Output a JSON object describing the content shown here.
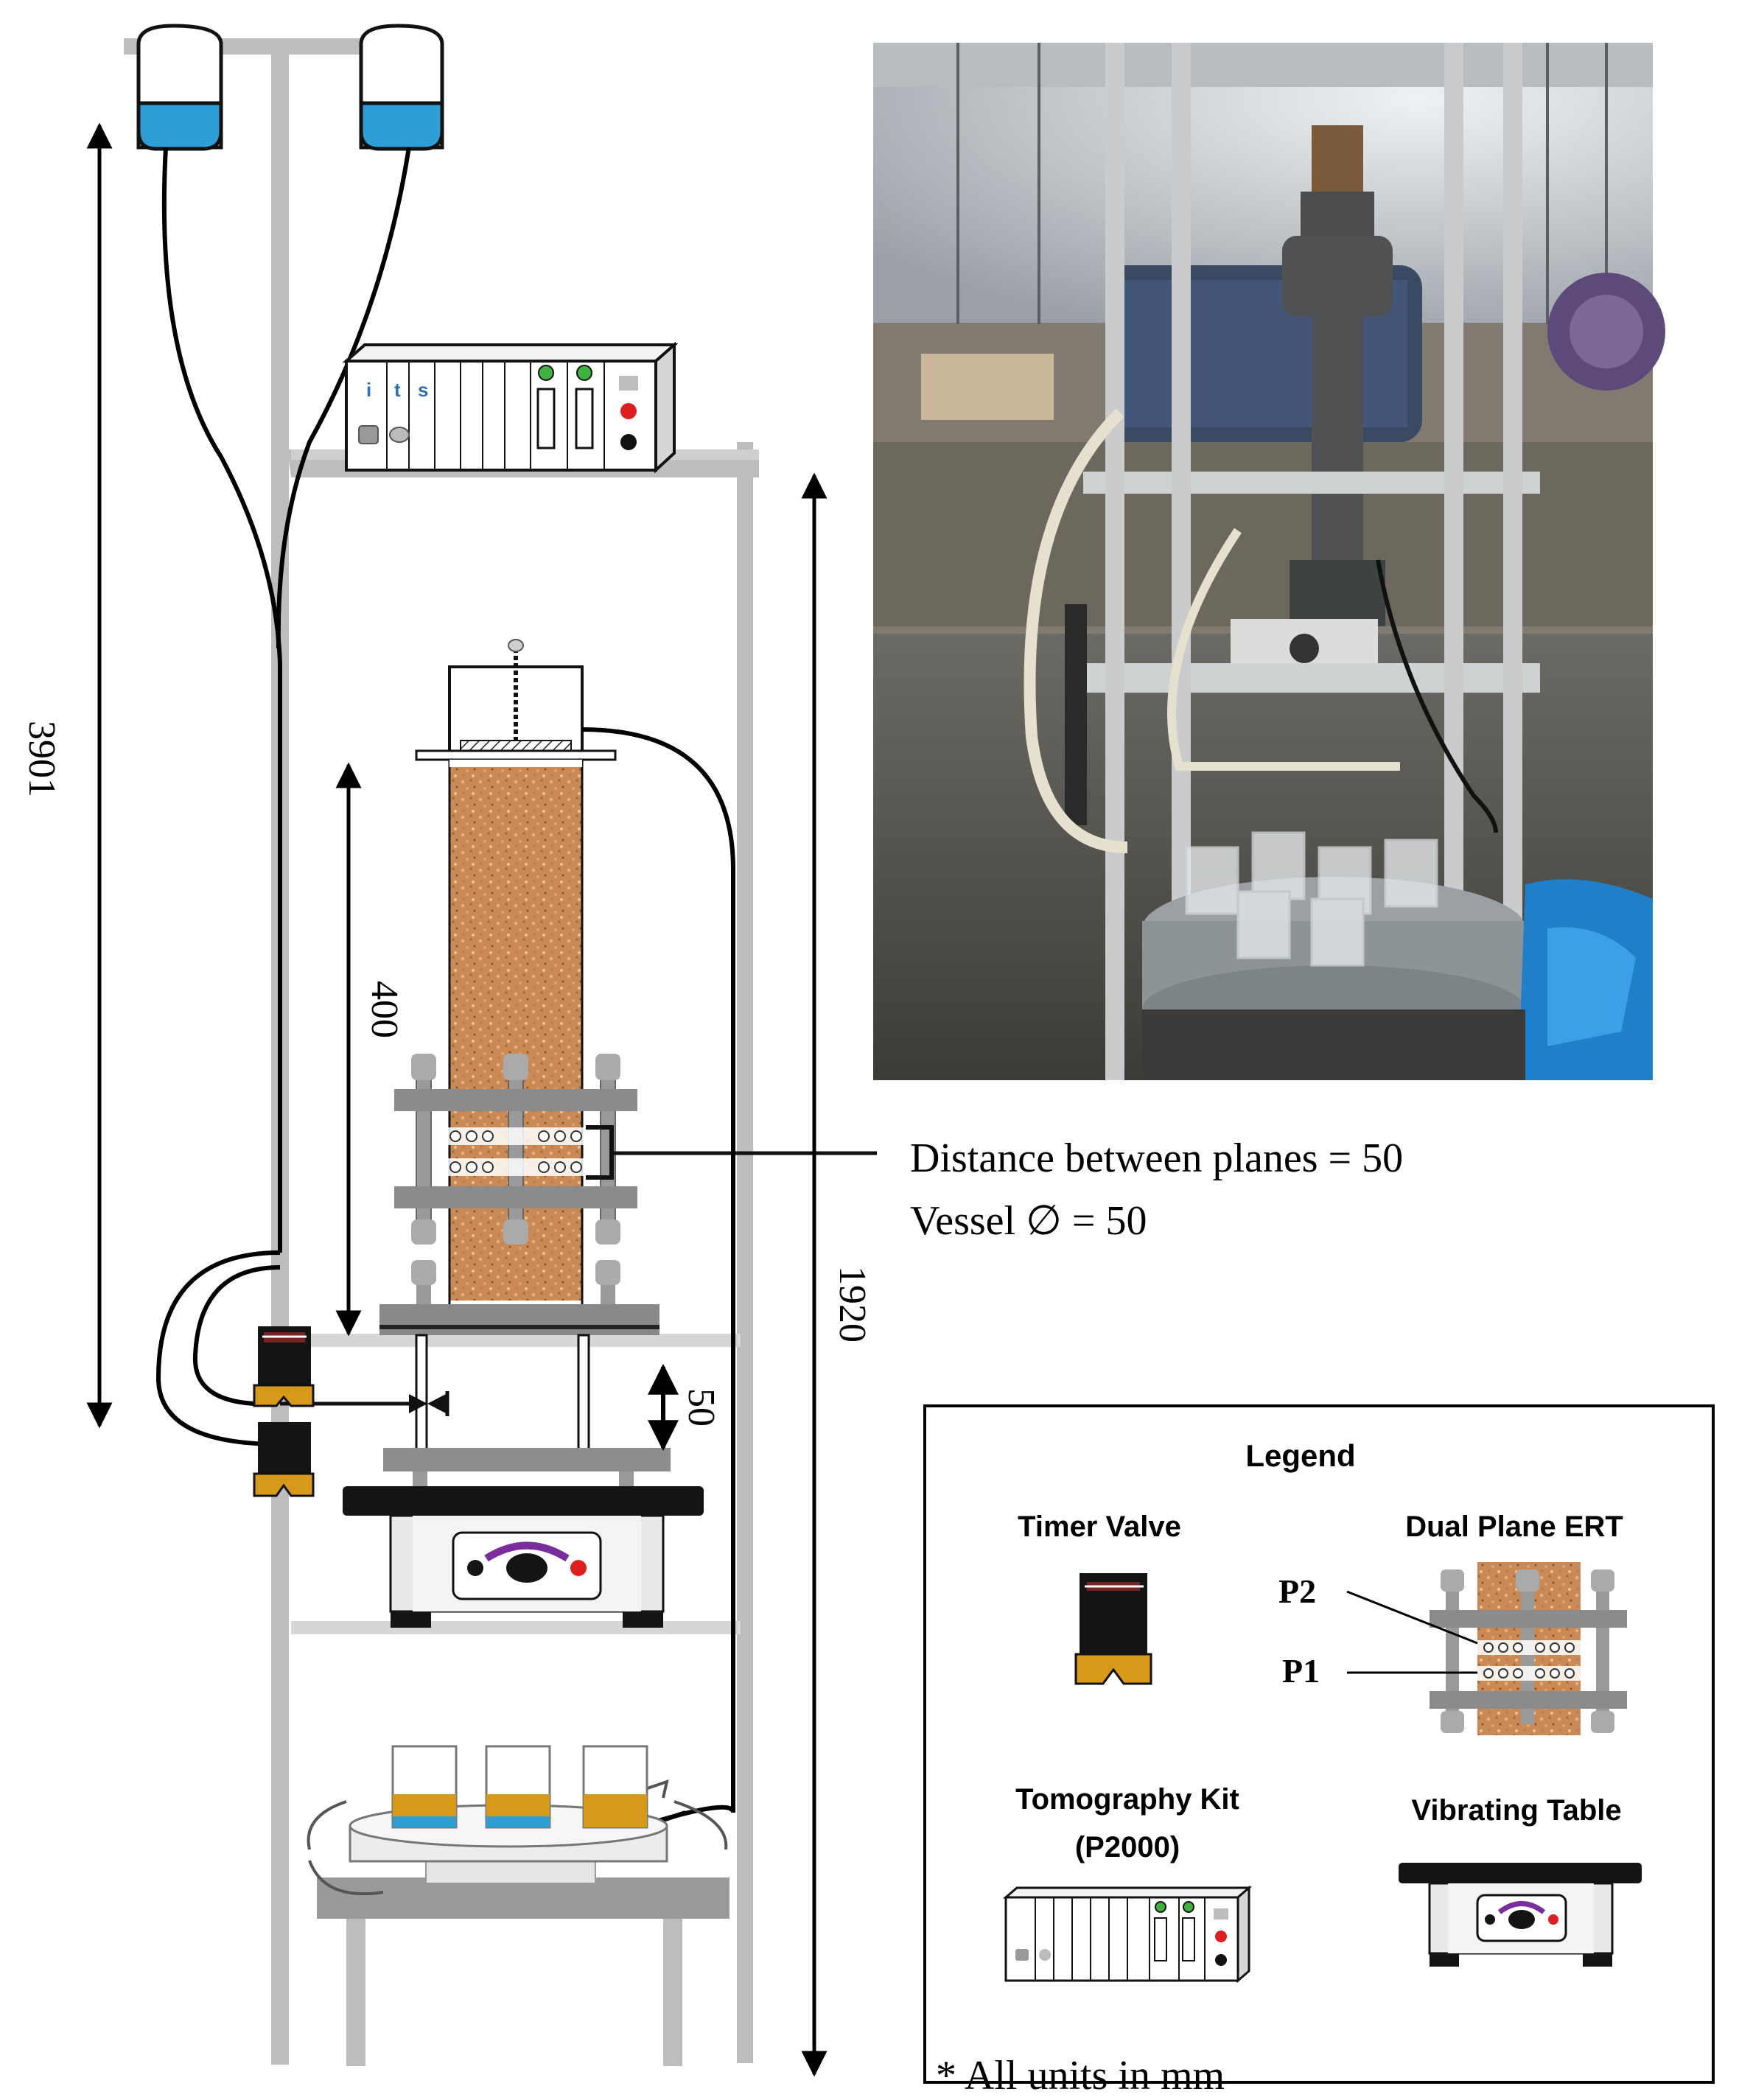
{
  "dimensions": {
    "height_total": "3901",
    "column_section": "400",
    "rack_height": "1920",
    "offset_below_plate": "50"
  },
  "annotation": {
    "line1": "Distance between planes = 50",
    "line2": "Vessel ∅ = 50"
  },
  "footnote": "* All units in mm",
  "tomography_box_labels": [
    "i",
    "t",
    "s"
  ],
  "legend": {
    "title": "Legend",
    "timer_valve": "Timer Valve",
    "dual_plane_ert": "Dual Plane ERT",
    "tomography_kit_line1": "Tomography Kit",
    "tomography_kit_line2": "(P2000)",
    "vibrating_table": "Vibrating Table",
    "plane_labels": [
      "P2",
      "P1"
    ]
  },
  "colors": {
    "water_blue": "#2e9fd6",
    "sand": "#c98a55",
    "frame_grey": "#bdbdbd",
    "dark": "#141414",
    "valve_gold": "#d79a18",
    "led_green": "#3fb13f",
    "led_red": "#dd1f1f",
    "knob_purple": "#7a2d9c"
  },
  "photo": {
    "icon": "experimental-rig-photograph"
  }
}
